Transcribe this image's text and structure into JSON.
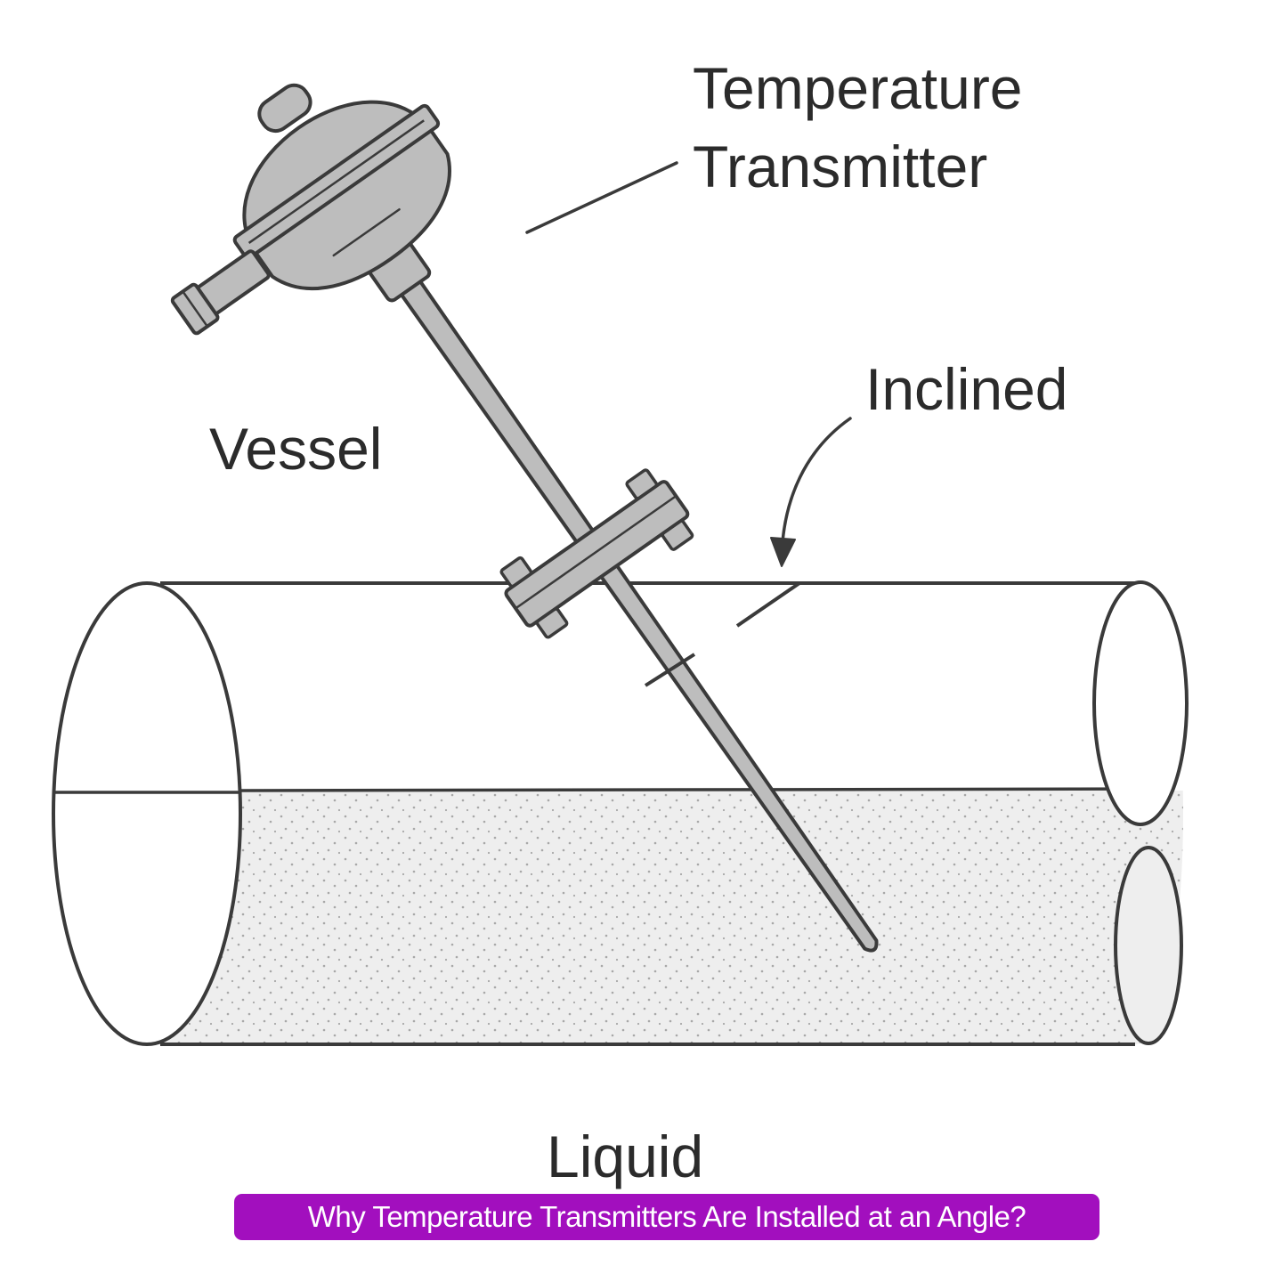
{
  "labels": {
    "transmitter_line1": "Temperature",
    "transmitter_line2": "Transmitter",
    "inclined": "Inclined",
    "vessel": "Vessel",
    "liquid": "Liquid"
  },
  "caption": "Why Temperature Transmitters Are Installed at an Angle?",
  "colors": {
    "caption_bg": "#a20fbe",
    "caption_text": "#ffffff",
    "metal_fill": "#bdbdbd",
    "liquid_fill": "#eeeeee",
    "outline": "#3a3a3a"
  }
}
